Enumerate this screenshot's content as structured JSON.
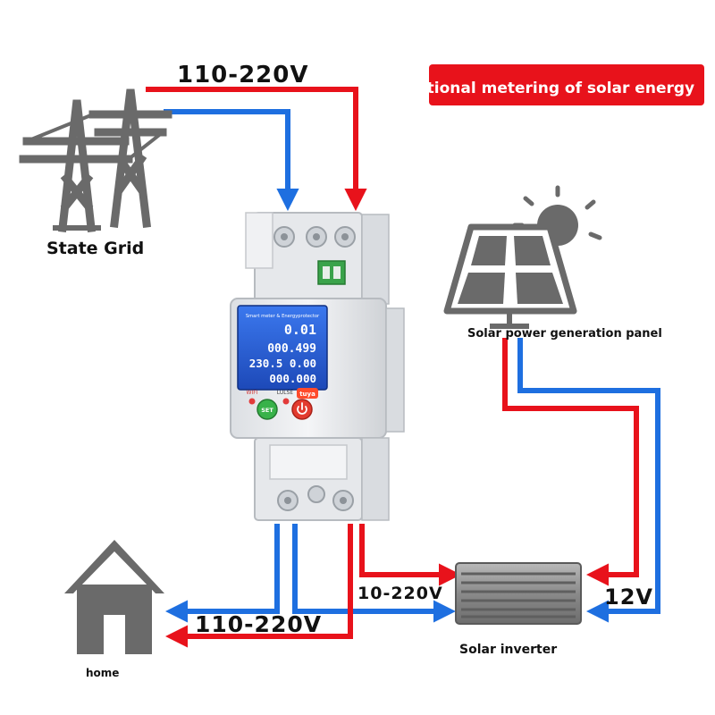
{
  "labels": {
    "grid_voltage": "110-220V",
    "banner": "Bidirectional metering of solar energy",
    "state_grid": "State Grid",
    "solar_panel": "Solar power generation panel",
    "inverter_ac": "10-220V",
    "inverter_dc": "12V",
    "home_voltage": "110-220V",
    "solar_inverter": "Solar inverter",
    "home": "home"
  },
  "meter": {
    "title": "Smart meter & Energyprotector",
    "rows": [
      "0.01",
      "000.499",
      "230.5 0.00",
      "000.000"
    ],
    "led_wifi": "WIFI",
    "led_pulse": "LULSE",
    "brand": "tuya",
    "set_button": "SET"
  },
  "colors": {
    "live_wire": "#e8121b",
    "neutral_wire": "#1e6fe0",
    "banner_bg": "#e8121b",
    "icon_gray": "#6a6a6a",
    "lcd_blue": "#2a5fd6"
  }
}
